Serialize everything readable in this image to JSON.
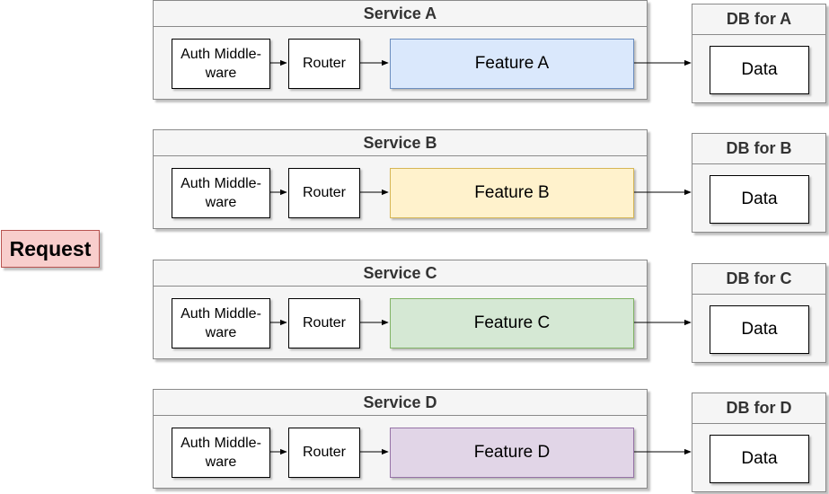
{
  "request": {
    "label": "Request"
  },
  "services": [
    {
      "title": "Service A",
      "auth": "Auth Middle-\nware",
      "router": "Router",
      "feature": "Feature A",
      "feature_color": "#dae8fc",
      "feature_border": "#6c8ebf",
      "db_title": "DB for A",
      "data": "Data"
    },
    {
      "title": "Service B",
      "auth": "Auth Middle-\nware",
      "router": "Router",
      "feature": "Feature B",
      "feature_color": "#fff2cc",
      "feature_border": "#d6b656",
      "db_title": "DB for B",
      "data": "Data"
    },
    {
      "title": "Service C",
      "auth": "Auth Middle-\nware",
      "router": "Router",
      "feature": "Feature C",
      "feature_color": "#d5e8d4",
      "feature_border": "#82b366",
      "db_title": "DB for C",
      "data": "Data"
    },
    {
      "title": "Service D",
      "auth": "Auth Middle-\nware",
      "router": "Router",
      "feature": "Feature D",
      "feature_color": "#e1d5e7",
      "feature_border": "#9673a6",
      "db_title": "DB for D",
      "data": "Data"
    }
  ]
}
